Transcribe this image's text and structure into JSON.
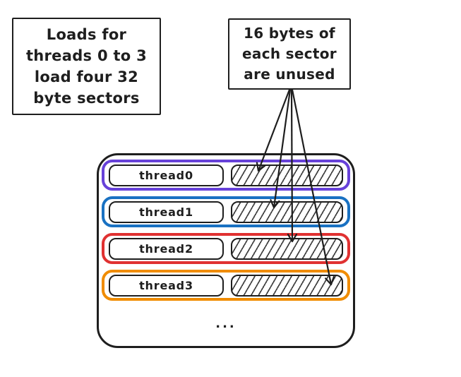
{
  "notes": {
    "loads": {
      "text": "Loads for\nthreads 0 to 3\nload four 32\nbyte sectors"
    },
    "unused": {
      "text": "16 bytes of\neach sector\nare unused"
    }
  },
  "memory": {
    "rows": [
      {
        "label": "thread0",
        "border_color": "#6741d9"
      },
      {
        "label": "thread1",
        "border_color": "#1971c2"
      },
      {
        "label": "thread2",
        "border_color": "#e03131"
      },
      {
        "label": "thread3",
        "border_color": "#f08c00"
      }
    ],
    "ellipsis": "...",
    "stroke_color": "#1e1e1e"
  }
}
